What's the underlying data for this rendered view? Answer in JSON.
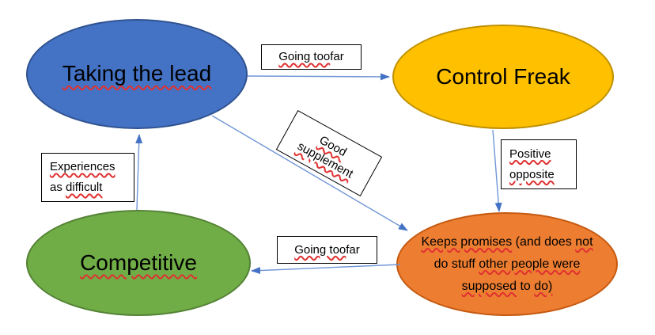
{
  "nodes": {
    "taking_lead": {
      "label": "Taking the lead",
      "fill": "#4472C4",
      "border": "#2F528F"
    },
    "control_freak": {
      "label": "Control Freak",
      "fill": "#FFC000",
      "border": "#BF9000"
    },
    "competitive": {
      "label": "Competitive",
      "fill": "#70AD47",
      "border": "#548235"
    },
    "keeps_promises": {
      "label": "Keeps promises (and does not do stuff other people were supposed to do)",
      "fill": "#ED7D31",
      "border": "#C55A11",
      "segments": [
        {
          "text": "Keeps promises",
          "misspelled": true
        },
        {
          "text": " (and does ",
          "misspelled": false
        },
        {
          "text": "not",
          "misspelled": true
        },
        {
          "text": " do stuff ",
          "misspelled": false
        },
        {
          "text": "other people were supposed",
          "misspelled": true
        },
        {
          "text": " to ",
          "misspelled": false
        },
        {
          "text": "do)",
          "misspelled": true
        }
      ]
    }
  },
  "labels": {
    "going_too_far_top": {
      "marked": "Going too",
      "plain": " far"
    },
    "good_supplement": {
      "line1": "Good",
      "line2": "supplement"
    },
    "positive_opposite": {
      "line1": "Positive",
      "line2": "opposite"
    },
    "experiences": {
      "line1": "Experiences",
      "line2_plain": "as ",
      "line2_marked": "difficult"
    },
    "going_too_far_bottom": {
      "marked": "Going too",
      "plain": " far"
    }
  },
  "edges": [
    {
      "from": "taking_lead",
      "to": "control_freak",
      "label": "Going too far"
    },
    {
      "from": "taking_lead",
      "to": "keeps_promises",
      "label": "Good supplement"
    },
    {
      "from": "control_freak",
      "to": "keeps_promises",
      "label": "Positive opposite"
    },
    {
      "from": "keeps_promises",
      "to": "competitive",
      "label": "Going too far"
    },
    {
      "from": "competitive",
      "to": "taking_lead",
      "label": "Experiences as difficult"
    }
  ],
  "colors": {
    "background": "#FFFFFF",
    "arrow_line": "#7096D6",
    "arrowhead": "#4472C4",
    "misspell_underline": "#E03131",
    "label_box_border": "#000000"
  }
}
